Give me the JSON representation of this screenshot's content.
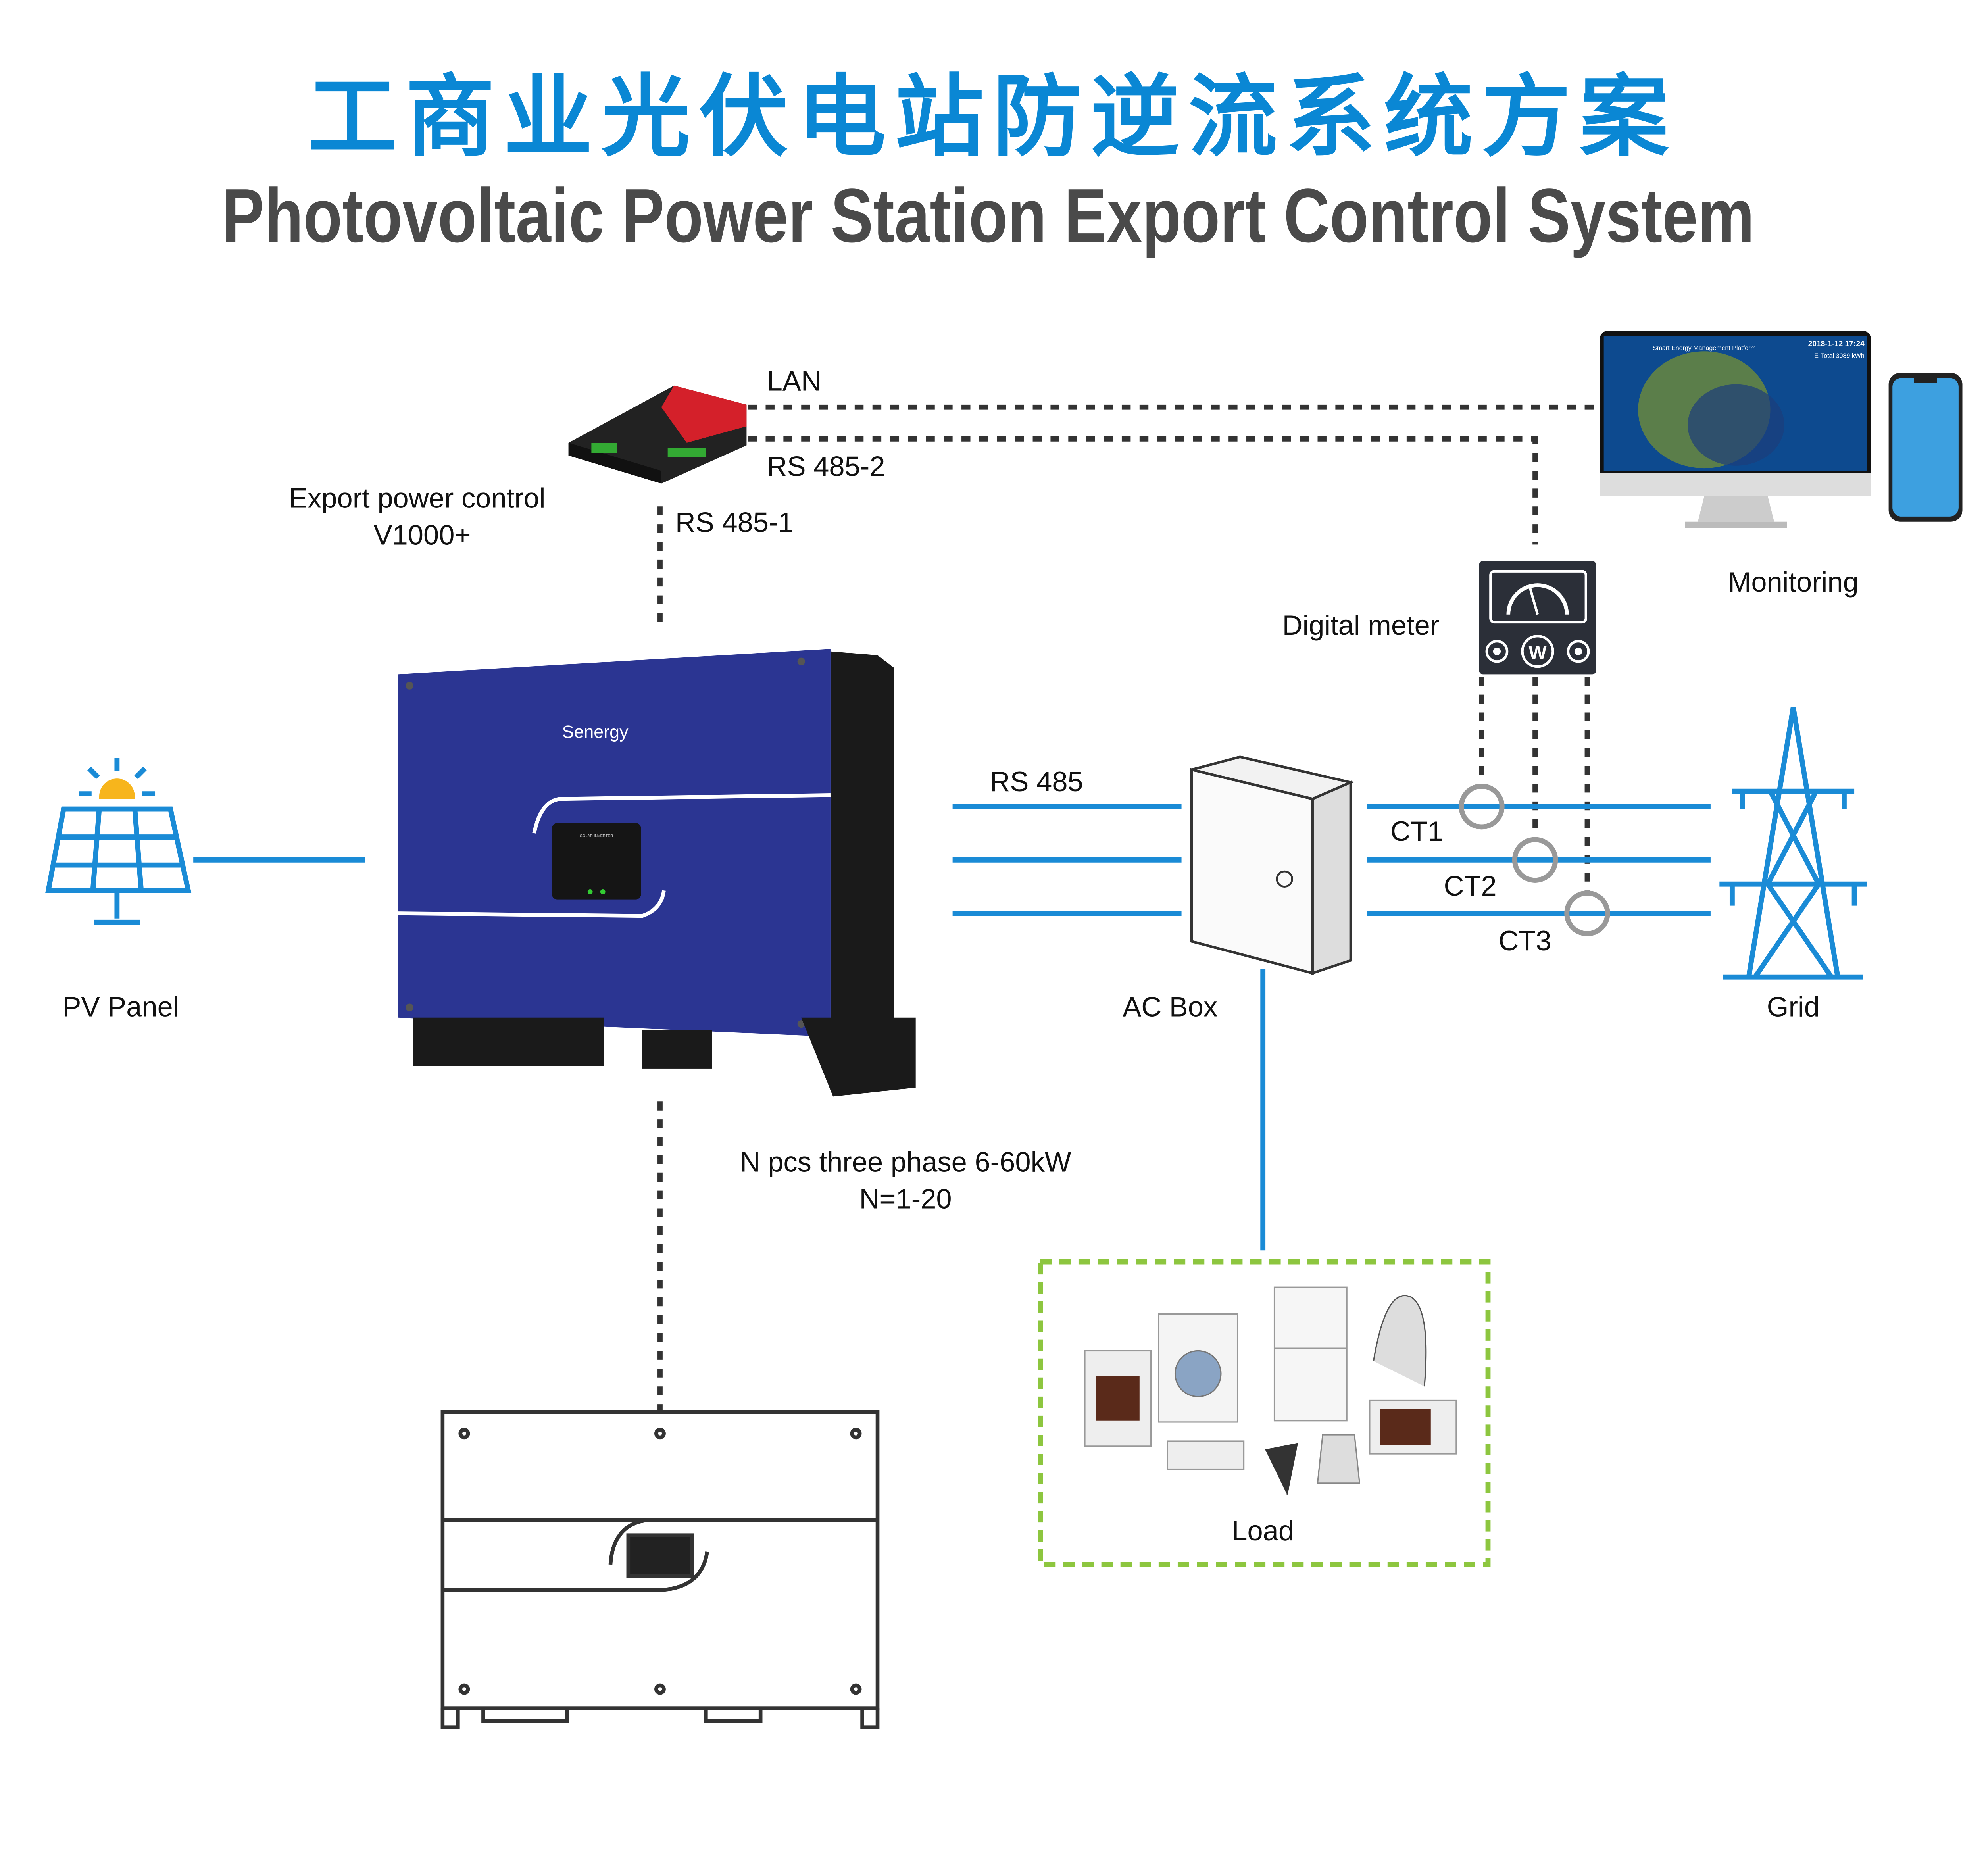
{
  "title": {
    "chinese": "工商业光伏电站防逆流系统方案",
    "english": "Photovoltaic Power Station Export Control System"
  },
  "components": {
    "controller": {
      "line1": "Export power control",
      "line2": "V1000+"
    },
    "pv_panel": "PV Panel",
    "inverter": {
      "brand": "Senergy",
      "panel_text": "SOLAR INVERTER",
      "caption1": "N pcs three phase 6-60kW",
      "caption2": "N=1-20"
    },
    "ac_box": "AC Box",
    "digital_meter": "Digital meter",
    "meter_symbol": "W",
    "grid": "Grid",
    "monitoring": "Monitoring",
    "load": "Load",
    "monitor_screen": {
      "title": "Smart Energy Management Platform",
      "datetime": "2018-1-12 17:24",
      "e_total": "E-Total 3089 kWh"
    }
  },
  "connections": {
    "lan": "LAN",
    "rs485_2": "RS 485-2",
    "rs485_1": "RS 485-1",
    "rs485": "RS 485",
    "ct1": "CT1",
    "ct2": "CT2",
    "ct3": "CT3"
  },
  "colors": {
    "accent_blue": "#0a87d4",
    "line_blue": "#1a8bd6",
    "inverter_blue": "#2b3592",
    "load_border": "#8dc63f",
    "controller_red": "#d4202a"
  }
}
